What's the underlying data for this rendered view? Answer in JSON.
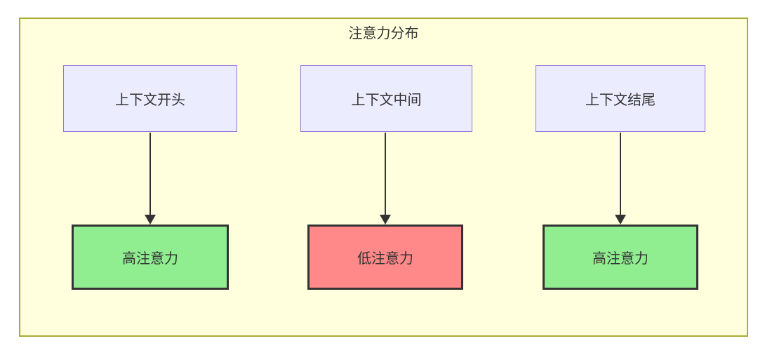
{
  "diagram": {
    "title": "注意力分布",
    "colors": {
      "container_fill": "#ffffde",
      "container_border": "#aaaa33",
      "source_fill": "#ececff",
      "source_border": "#9370db",
      "high_fill": "#90ee90",
      "low_fill": "#ff8888",
      "result_border": "#333333",
      "arrow": "#333333",
      "text": "#333333"
    },
    "columns": [
      {
        "source": "上下文开头",
        "result": "高注意力",
        "level": "high"
      },
      {
        "source": "上下文中间",
        "result": "低注意力",
        "level": "low"
      },
      {
        "source": "上下文结尾",
        "result": "高注意力",
        "level": "high"
      }
    ]
  }
}
